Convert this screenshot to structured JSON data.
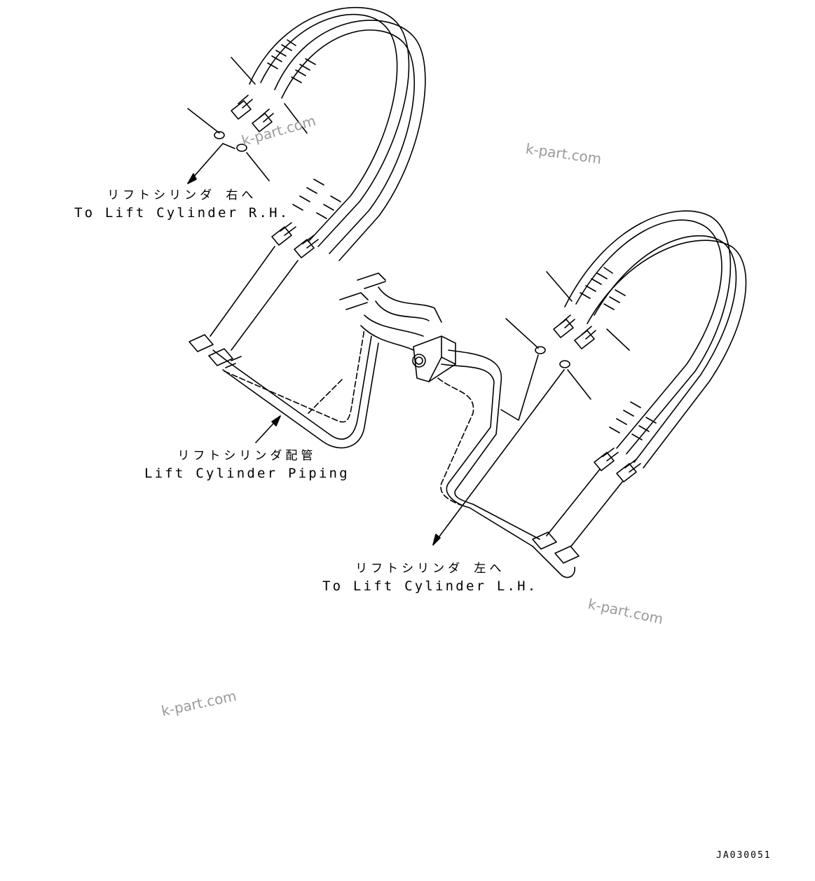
{
  "labels": {
    "rh": {
      "jp": "リフトシリンダ 右へ",
      "en": "To Lift Cylinder R.H."
    },
    "piping": {
      "jp": "リフトシリンダ配管",
      "en": "Lift Cylinder Piping"
    },
    "lh": {
      "jp": "リフトシリンダ 左へ",
      "en": "To Lift Cylinder L.H."
    }
  },
  "watermark": "k-part.com",
  "drawing_code": "JA030051"
}
